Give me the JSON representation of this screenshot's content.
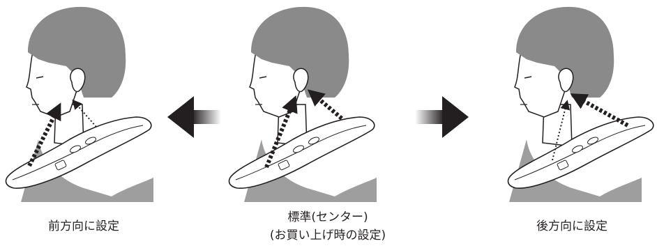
{
  "panels": [
    {
      "id": "forward",
      "caption": "前方向に設定"
    },
    {
      "id": "standard",
      "caption": "標準(センター)",
      "caption_sub": "(お買い上げ時の設定)"
    },
    {
      "id": "backward",
      "caption": "後方向に設定"
    }
  ],
  "arrows": [
    {
      "direction": "left",
      "icon": "arrow-left-icon"
    },
    {
      "direction": "right",
      "icon": "arrow-right-icon"
    }
  ],
  "colors": {
    "hair": "#8a8a8a",
    "shoulder": "#9e9e9e",
    "outline": "#231f20",
    "device": "#ffffff",
    "arrow": "#231f20"
  }
}
